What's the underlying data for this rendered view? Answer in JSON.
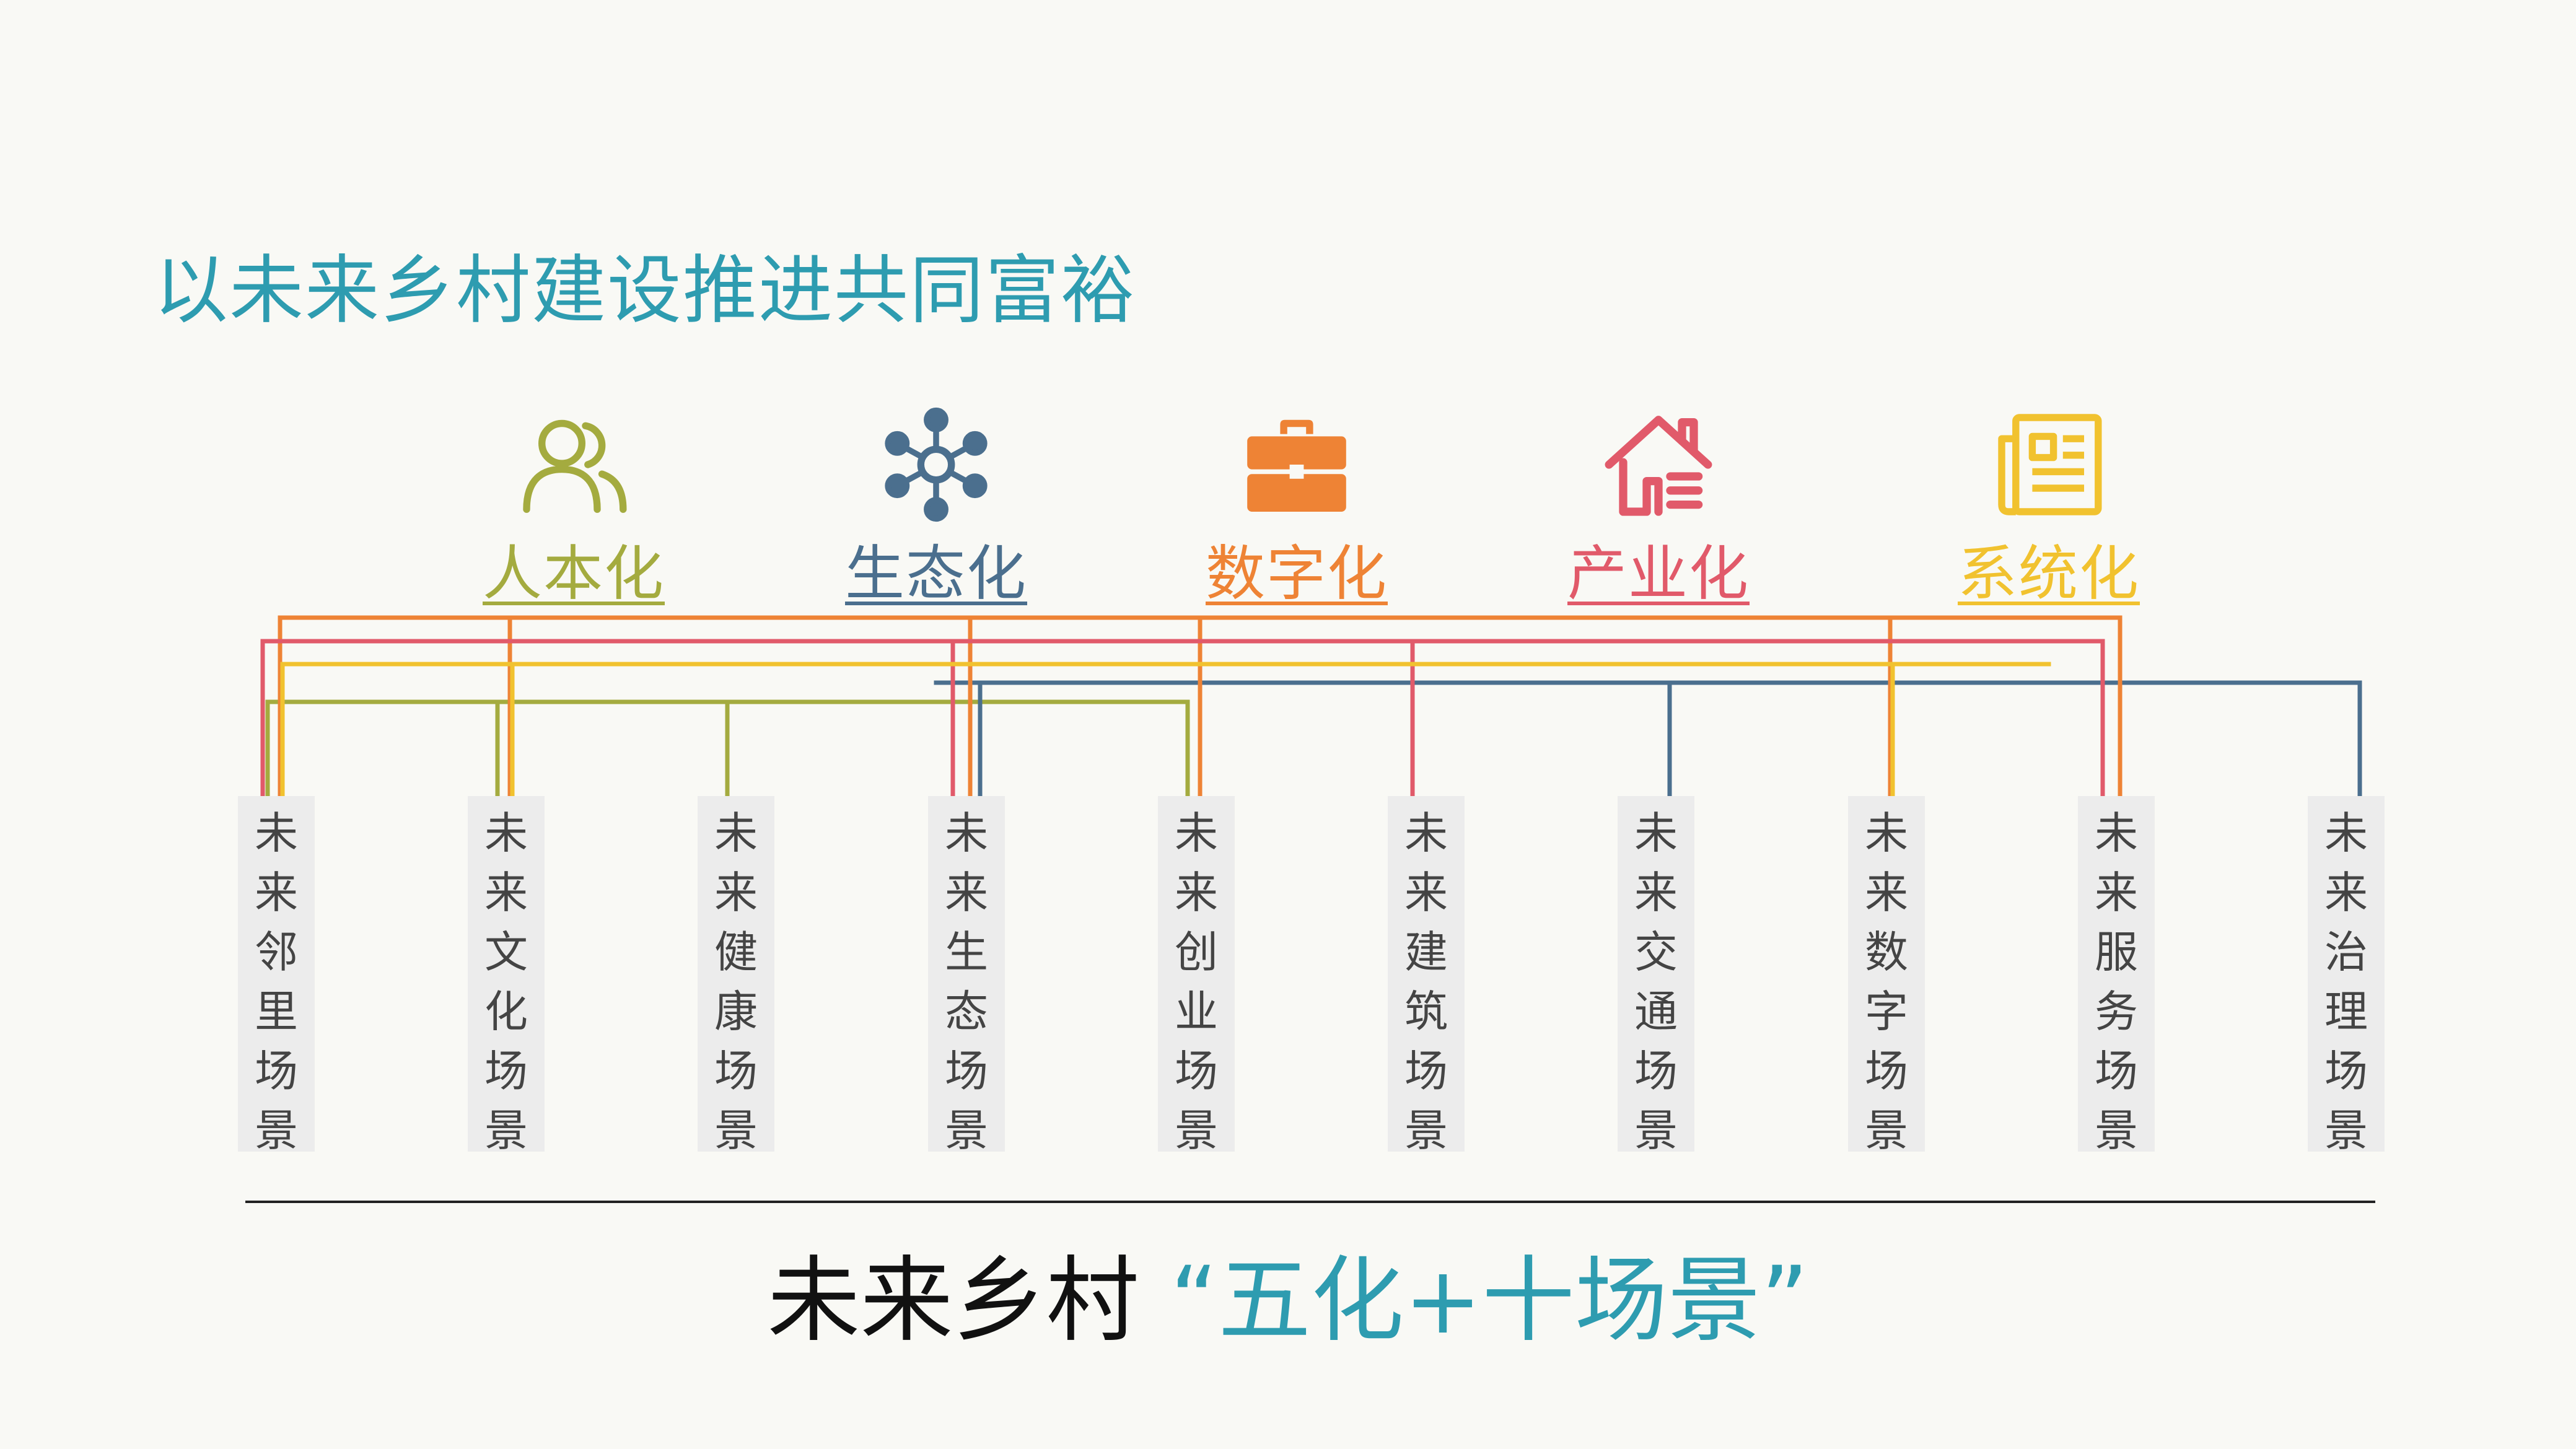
{
  "title": "以未来乡村建设推进共同富裕",
  "categories": [
    {
      "label": "人本化",
      "icon": "people-icon",
      "color": "#a4ab3f"
    },
    {
      "label": "生态化",
      "icon": "network-icon",
      "color": "#4b6f8e"
    },
    {
      "label": "数字化",
      "icon": "briefcase-icon",
      "color": "#ee8335"
    },
    {
      "label": "产业化",
      "icon": "house-icon",
      "color": "#e15a6a"
    },
    {
      "label": "系统化",
      "icon": "newspaper-icon",
      "color": "#f1c22f"
    }
  ],
  "scenes": [
    {
      "label": "未来邻里场景"
    },
    {
      "label": "未来文化场景"
    },
    {
      "label": "未来健康场景"
    },
    {
      "label": "未来生态场景"
    },
    {
      "label": "未来创业场景"
    },
    {
      "label": "未来建筑场景"
    },
    {
      "label": "未来交通场景"
    },
    {
      "label": "未来数字场景"
    },
    {
      "label": "未来服务场景"
    },
    {
      "label": "未来治理场景"
    }
  ],
  "connections": [
    {
      "category": 1,
      "scenes": [
        0,
        1,
        2,
        4
      ]
    },
    {
      "category": 2,
      "scenes": [
        3,
        6,
        9
      ]
    },
    {
      "category": 3,
      "scenes": [
        0,
        1,
        3,
        4,
        7,
        8
      ]
    },
    {
      "category": 4,
      "scenes": [
        0,
        3,
        5,
        8
      ]
    },
    {
      "category": 5,
      "scenes": [
        0,
        1,
        7
      ]
    }
  ],
  "footer": {
    "main": "未来乡村",
    "highlight": "“五化+十场景”"
  }
}
